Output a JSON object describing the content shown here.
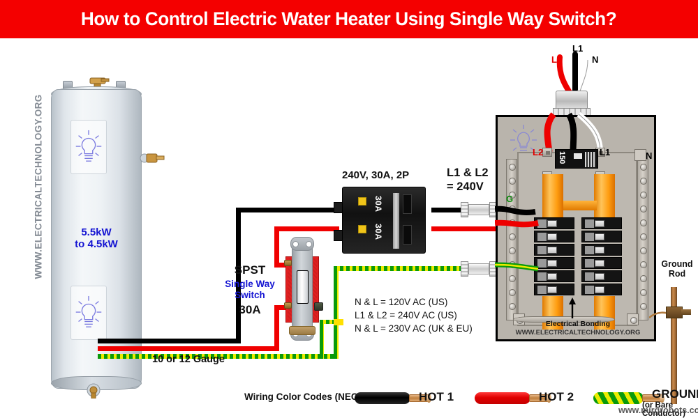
{
  "title": "How to Control Electric Water Heater Using Single Way Switch?",
  "colors": {
    "banner_red": "#f40000",
    "hot1_black": "#000000",
    "hot2_red": "#f00000",
    "ground_green": "#0a9a0a",
    "neutral_white": "#ffffff",
    "label_blue": "#1414d2",
    "busbar_orange": "#ff9d10"
  },
  "water_heater": {
    "rating_line1": "5.5kW",
    "rating_line2": "to 4.5kW",
    "watermark": "WWW.ELECTRICALTECHNOLOGY.ORG",
    "bulb_icon": "light-bulb-icon"
  },
  "wiring": {
    "gauge_label": "10 or 12 Gauge"
  },
  "switch": {
    "type_label": "SPST",
    "description_line1": "Single Way",
    "description_line2": "Switch",
    "rating": "30A"
  },
  "breaker": {
    "title": "240V, 30A, 2P",
    "pole1_amp": "30A",
    "pole2_amp": "30A",
    "line_label_1": "L1 & L2",
    "line_label_2": "= 240V"
  },
  "notes": [
    "N & L = 120V AC (US)",
    "L1 & L2 = 240V AC (US)",
    "N & L = 230V AC (UK & EU)"
  ],
  "panel": {
    "incoming": {
      "l1": "L1",
      "l2": "L2",
      "n": "N"
    },
    "terminal_l2": "L2",
    "terminal_l1": "L1",
    "terminal_n": "N",
    "ground_terminal": "G",
    "main_breaker_rating": "150",
    "bonding_label": "Electrical Bonding",
    "watermark": "WWW.ELECTRICALTECHNOLOGY.ORG",
    "bulb_icon": "light-bulb-icon"
  },
  "ground_rod": {
    "label_line1": "Ground",
    "label_line2": "Rod"
  },
  "legend": {
    "title": "Wiring Color Codes (NEC)",
    "items": [
      {
        "label": "HOT 1",
        "color": "#000000",
        "sub": ""
      },
      {
        "label": "HOT 2",
        "color": "#f00000",
        "sub": ""
      },
      {
        "label": "GROUND",
        "color": "#0a9a0a",
        "sub": "(or Bare Conductor)"
      }
    ],
    "watermark": "www.mirgrobots.com"
  }
}
